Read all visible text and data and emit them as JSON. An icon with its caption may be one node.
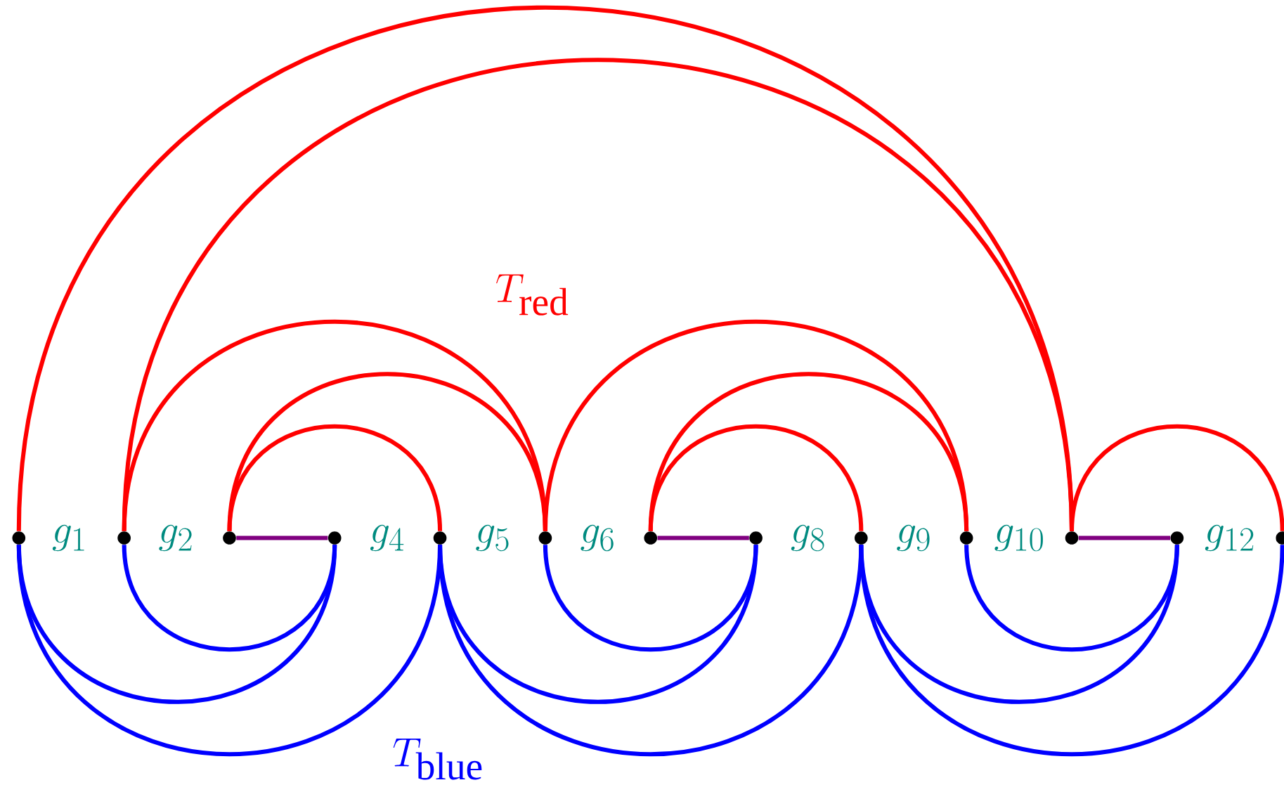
{
  "diagram": {
    "nodes": [
      {
        "text": [],
        "shape": "circle"
      },
      {
        "text": [],
        "shape": "circle"
      },
      {
        "text": [],
        "shape": "circle"
      },
      {
        "text": [],
        "shape": "circle"
      },
      {
        "text": [],
        "shape": "circle"
      },
      {
        "text": [],
        "shape": "circle"
      },
      {
        "text": [],
        "shape": "circle"
      },
      {
        "text": [],
        "shape": "circle"
      },
      {
        "text": [],
        "shape": "circle"
      },
      {
        "text": [],
        "shape": "circle"
      },
      {
        "text": [],
        "shape": "circle"
      },
      {
        "text": [],
        "shape": "circle"
      },
      {
        "text": [],
        "shape": "circle"
      }
    ],
    "edges": [
      {
        "from": 0,
        "to": 10,
        "arrow": "none",
        "color": "#ff0000"
      },
      {
        "from": 1,
        "to": 10,
        "arrow": "none",
        "color": "#ff0000"
      },
      {
        "from": 1,
        "to": 5,
        "arrow": "none",
        "color": "#ff0000"
      },
      {
        "from": 2,
        "to": 5,
        "arrow": "none",
        "color": "#ff0000"
      },
      {
        "from": 2,
        "to": 4,
        "arrow": "none",
        "color": "#ff0000"
      },
      {
        "from": 5,
        "to": 9,
        "arrow": "none",
        "color": "#ff0000"
      },
      {
        "from": 6,
        "to": 9,
        "arrow": "none",
        "color": "#ff0000"
      },
      {
        "from": 6,
        "to": 8,
        "arrow": "none",
        "color": "#ff0000"
      },
      {
        "from": 10,
        "to": 12,
        "arrow": "none",
        "color": "#ff0000"
      },
      {
        "from": 1,
        "to": 3,
        "arrow": "none",
        "color": "#0000ff"
      },
      {
        "from": 0,
        "to": 3,
        "arrow": "none",
        "color": "#0000ff"
      },
      {
        "from": 0,
        "to": 4,
        "arrow": "none",
        "color": "#0000ff"
      },
      {
        "from": 5,
        "to": 7,
        "arrow": "none",
        "color": "#0000ff"
      },
      {
        "from": 4,
        "to": 7,
        "arrow": "none",
        "color": "#0000ff"
      },
      {
        "from": 4,
        "to": 8,
        "arrow": "none",
        "color": "#0000ff"
      },
      {
        "from": 9,
        "to": 11,
        "arrow": "none",
        "color": "#0000ff"
      },
      {
        "from": 8,
        "to": 11,
        "arrow": "none",
        "color": "#0000ff"
      },
      {
        "from": 8,
        "to": 12,
        "arrow": "none",
        "color": "#0000ff"
      },
      {
        "from": 2,
        "to": 3,
        "arrow": "none",
        "color": "#800080"
      },
      {
        "from": 6,
        "to": 7,
        "arrow": "none",
        "color": "#800080"
      },
      {
        "from": 10,
        "to": 11,
        "arrow": "none",
        "color": "#800080"
      }
    ],
    "labels": [
      "g_{1}",
      "g_{2}",
      "g_{4}",
      "g_{5}",
      "g_{6}",
      "g_{8}",
      "g_{9}",
      "g_{10}",
      "g_{12}",
      "T_{\\mathrm{red}}",
      "T_{\\mathrm{blue}}"
    ]
  }
}
